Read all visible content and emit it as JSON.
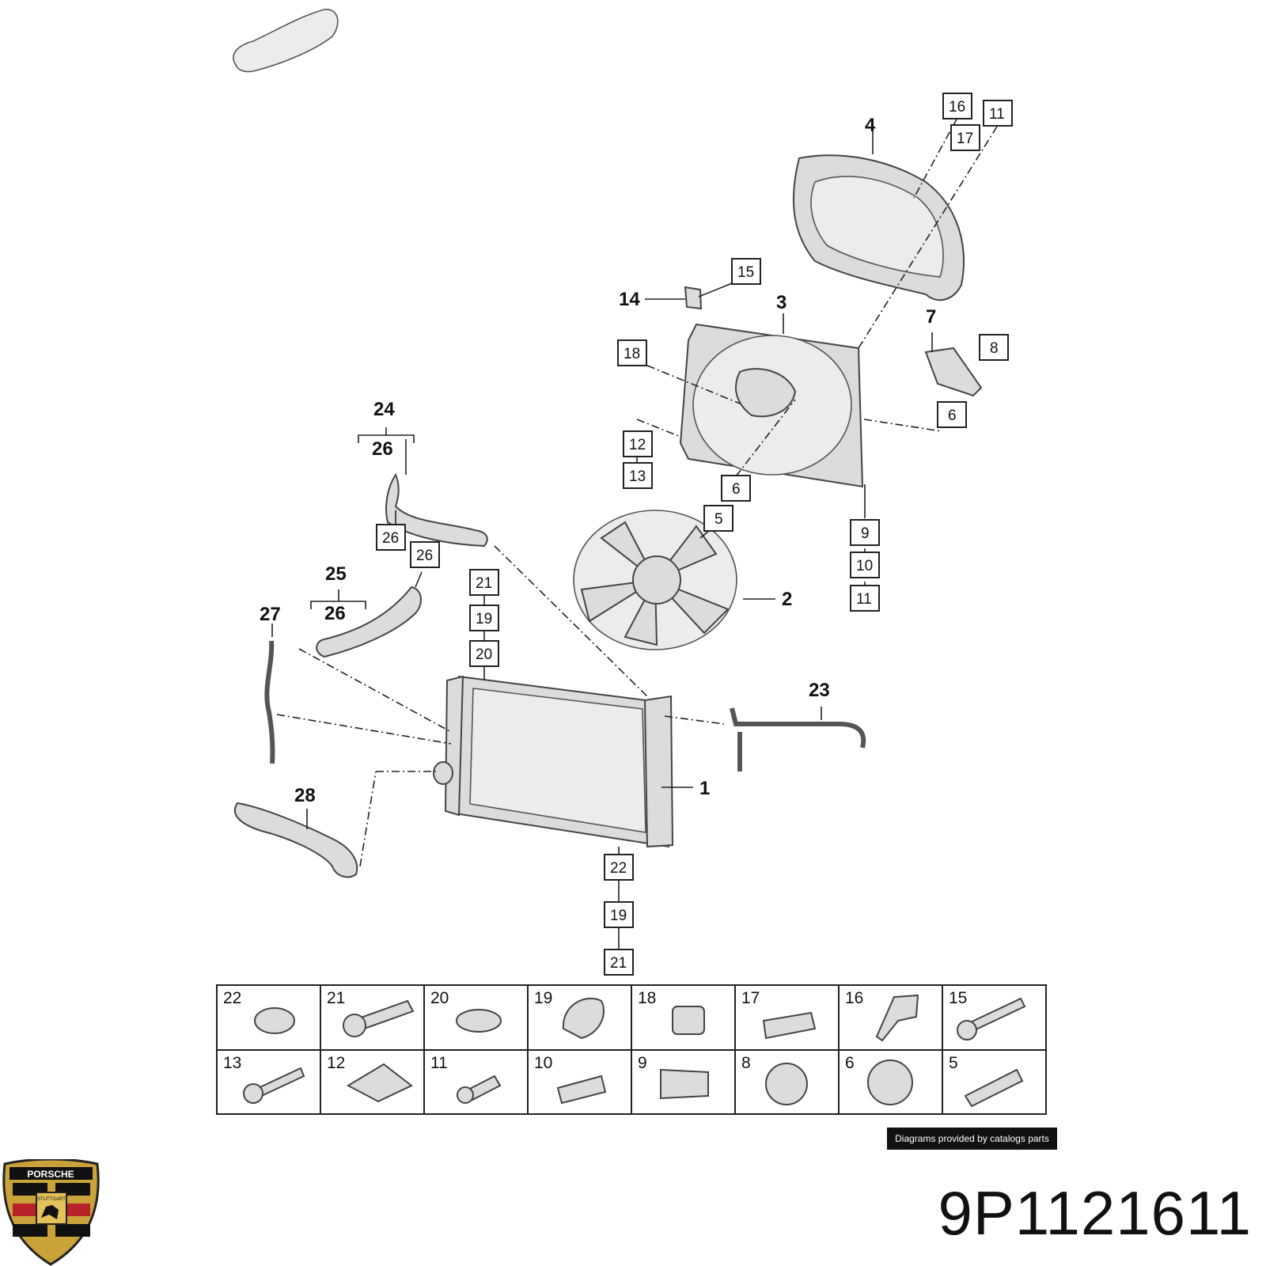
{
  "diagram": {
    "callouts": {
      "c1": "1",
      "c2": "2",
      "c3": "3",
      "c4": "4",
      "c7": "7",
      "c14": "14",
      "c23": "23",
      "c24": "24",
      "c24_26": "26",
      "c25": "25",
      "c25_26": "26",
      "c27": "27",
      "c28": "28"
    },
    "boxes": {
      "b16": "16",
      "b11a": "11",
      "b17": "17",
      "b15": "15",
      "b18": "18",
      "b8": "8",
      "b6a": "6",
      "b12": "12",
      "b13": "13",
      "b6b": "6",
      "b5": "5",
      "b9": "9",
      "b10": "10",
      "b11b": "11",
      "b26a": "26",
      "b26b": "26",
      "b21a": "21",
      "b19a": "19",
      "b20": "20",
      "b22": "22",
      "b19b": "19",
      "b21b": "21"
    }
  },
  "parts_table": {
    "row1": [
      "22",
      "21",
      "20",
      "19",
      "18",
      "17",
      "16",
      "15"
    ],
    "row2": [
      "13",
      "12",
      "11",
      "10",
      "9",
      "8",
      "6",
      "5"
    ]
  },
  "credit": "Diagrams provided by catalogs parts",
  "part_number": "9P1121611",
  "logo": {
    "name": "porsche-crest-icon",
    "text_top": "PORSCHE",
    "text_center": "STUTTGART"
  }
}
